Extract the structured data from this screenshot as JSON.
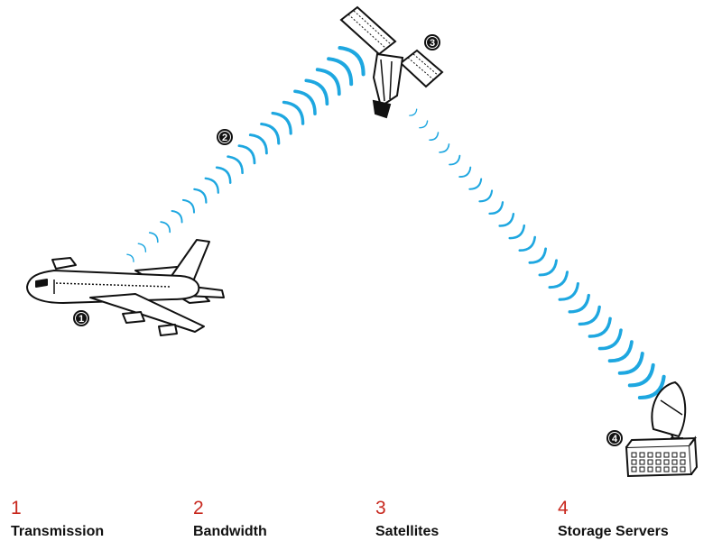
{
  "diagram": {
    "colors": {
      "wave": "#1ea7e0",
      "accent": "#c8281e",
      "ink": "#111111",
      "marker_bg": "#111111",
      "marker_text": "#ffffff"
    },
    "markers": [
      "1",
      "2",
      "3",
      "4"
    ],
    "icons": [
      "airplane-icon",
      "satellite-icon",
      "ground-station-icon",
      "radio-wave-icon"
    ]
  },
  "legend": [
    {
      "number": "1",
      "label": "Transmission"
    },
    {
      "number": "2",
      "label": "Bandwidth"
    },
    {
      "number": "3",
      "label": "Satellites"
    },
    {
      "number": "4",
      "label": "Storage Servers"
    }
  ]
}
